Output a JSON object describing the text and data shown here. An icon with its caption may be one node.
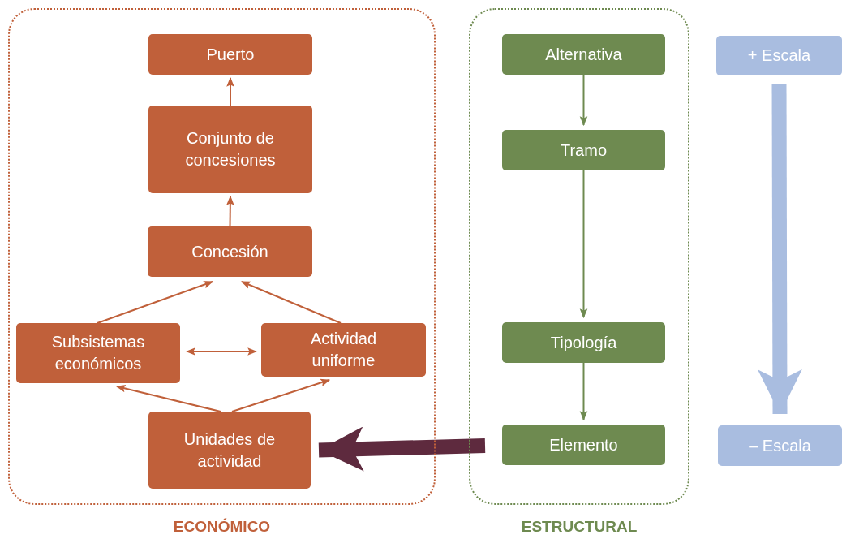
{
  "diagram": {
    "nodes": [
      {
        "text": [
          "ECONÓMICO"
        ]
      },
      {
        "text": [
          "Puerto"
        ],
        "in": 0
      },
      {
        "text": [
          "Conjunto de concesiones"
        ],
        "in": 0
      },
      {
        "text": [
          "Concesión"
        ],
        "in": 0
      },
      {
        "text": [
          "Subsistemas económicos"
        ],
        "in": 0
      },
      {
        "text": [
          "Actividad uniforme"
        ],
        "in": 0
      },
      {
        "text": [
          "Unidades de actividad"
        ],
        "in": 0
      },
      {
        "text": [
          "ESTRUCTURAL"
        ]
      },
      {
        "text": [
          "Alternativa"
        ],
        "in": 7
      },
      {
        "text": [
          "Tramo"
        ],
        "in": 7
      },
      {
        "text": [
          "Tipología"
        ],
        "in": 7
      },
      {
        "text": [
          "Elemento"
        ],
        "in": 7
      },
      {
        "text": [
          "+ Escala"
        ]
      },
      {
        "text": [
          "– Escala"
        ]
      }
    ],
    "edges": [
      {
        "from": 2,
        "to": 1,
        "arrow": "to"
      },
      {
        "from": 3,
        "to": 2,
        "arrow": "to"
      },
      {
        "from": 4,
        "to": 3,
        "arrow": "to"
      },
      {
        "from": 5,
        "to": 3,
        "arrow": "to"
      },
      {
        "from": 4,
        "to": 5,
        "arrow": "both"
      },
      {
        "from": 6,
        "to": 4,
        "arrow": "to"
      },
      {
        "from": 6,
        "to": 5,
        "arrow": "to"
      },
      {
        "from": 8,
        "to": 9,
        "arrow": "to",
        "color": "#6e8a50"
      },
      {
        "from": 9,
        "to": 10,
        "arrow": "to",
        "color": "#6e8a50"
      },
      {
        "from": 10,
        "to": 11,
        "arrow": "to",
        "color": "#6e8a50"
      },
      {
        "from": 11,
        "to": 6,
        "arrow": "to",
        "style": "thick",
        "color": "#5e2a3e"
      },
      {
        "from": 12,
        "to": 13,
        "arrow": "to",
        "style": "thick",
        "color": "#a9bde0"
      }
    ]
  }
}
